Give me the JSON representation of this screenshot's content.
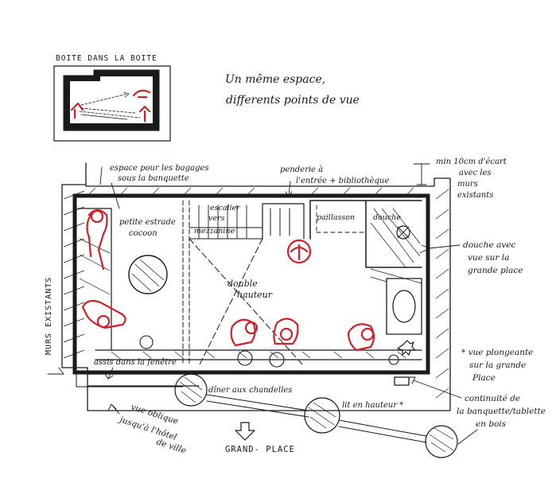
{
  "labels": {
    "inset_title": "BOITE DANS LA BOITE",
    "heading_line1": "Un même espace,",
    "heading_line2": "differents points de vue",
    "bagages_line1": "espace pour les bagages",
    "bagages_line2": "sous la banquette",
    "penderie_line1": "penderie à",
    "penderie_line2": "l'entrée + bibliothèque",
    "ecart_line1": "min 10cm d'écart",
    "ecart_line2": "avec les",
    "ecart_line3": "murs",
    "ecart_line4": "existants",
    "estrade_line1": "petite estrade",
    "estrade_line2": "cocoon",
    "escalier_line1": "escalier",
    "escalier_line2": "vers",
    "mezzanine": "mezzanine",
    "paillasson": "paillasson",
    "douche": "douche",
    "douche_vue_line1": "douche avec",
    "douche_vue_line2": "vue sur la",
    "douche_vue_line3": "grande place",
    "double_line1": "double",
    "double_line2": "hauteur",
    "murs_existants": "MURS EXISTANTS",
    "assis": "assis dans la fenêtre",
    "diner": "dîner aux chandelles",
    "lit": "lit en hauteur *",
    "vue_plong_line1": "* vue plongeante",
    "vue_plong_line2": "sur la grande",
    "vue_plong_line3": "Place",
    "continuite_line1": "continuité de",
    "continuite_line2": "la banquette/tablette",
    "continuite_line3": "en bois",
    "vue_oblique_line1": "vue oblique",
    "vue_oblique_line2": "jusqu'à l'hôtel",
    "vue_oblique_line3": "de ville",
    "grand_place": "GRAND- PLACE"
  },
  "colors": {
    "ink": "#1a1a1a",
    "accent_red": "#d2202a",
    "paper": "#ffffff"
  }
}
